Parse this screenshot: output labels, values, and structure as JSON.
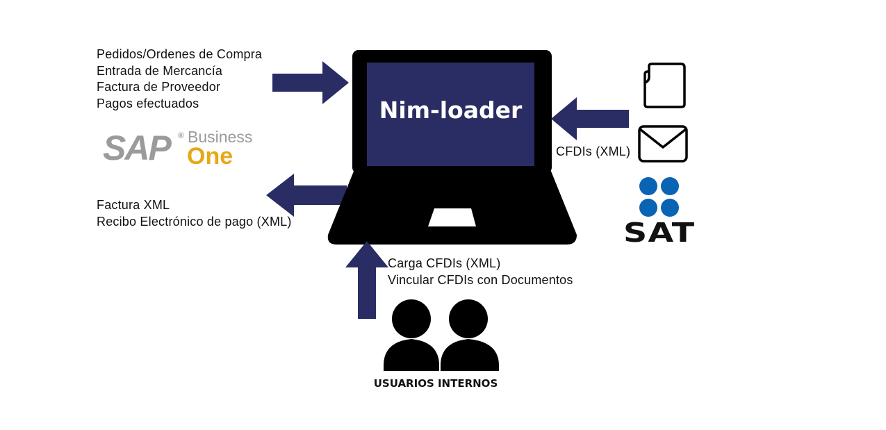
{
  "colors": {
    "arrow": "#2a2d63",
    "laptop": "#000000",
    "screen": "#2a2d63",
    "sap_gray": "#9b9b9b",
    "sap_gold": "#e6a817",
    "sat_blue": "#0a64b4"
  },
  "laptop": {
    "title": "Nim-loader"
  },
  "sap_inputs": {
    "lines": [
      "Pedidos/Ordenes de Compra",
      "Entrada de Mercancía",
      "Factura de Proveedor",
      "Pagos efectuados"
    ]
  },
  "sap_logo": {
    "brand": "SAP",
    "registered": "®",
    "product_line1": "Business",
    "product_line2": "One"
  },
  "sap_outputs": {
    "lines": [
      "Factura XML",
      "Recibo Electrónico de pago (XML)"
    ]
  },
  "sat_inputs": {
    "label": "CFDIs (XML)"
  },
  "sat_icons": [
    "folder-icon",
    "envelope-icon"
  ],
  "sat_logo": {
    "text": "SAT"
  },
  "users": {
    "actions": [
      "Carga CFDIs (XML)",
      "Vincular CFDIs con Documentos"
    ],
    "label": "USUARIOS INTERNOS"
  }
}
